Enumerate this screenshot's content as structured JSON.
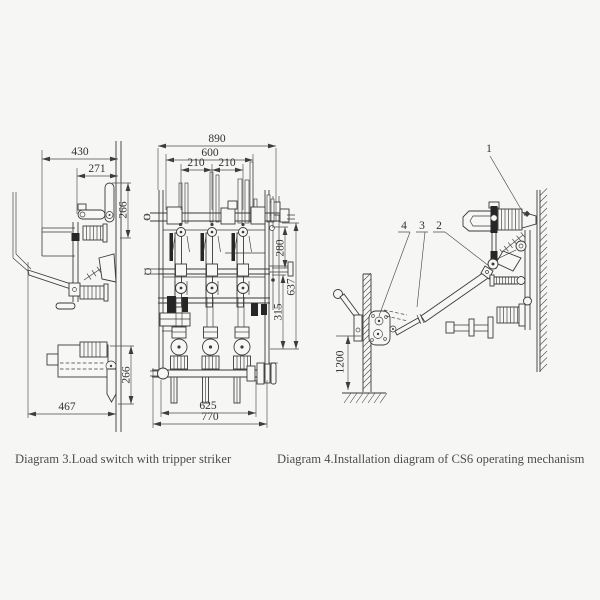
{
  "page": {
    "background": "#f6f6f4",
    "ink": "#3a3a3a"
  },
  "diagram3": {
    "caption": "Diagram 3.Load switch with tripper striker",
    "dims": {
      "w430": "430",
      "w271": "271",
      "h266_top": "266",
      "w467": "467",
      "h266_bottom": "266",
      "w890": "890",
      "w600": "600",
      "w210_left": "210",
      "w210_right": "210",
      "h280": "280",
      "h637": "637",
      "h315": "315",
      "w625": "625",
      "w770": "770"
    }
  },
  "diagram4": {
    "caption": "Diagram 4.Installation diagram of CS6 operating mechanism",
    "dims": {
      "h1200": "1200"
    },
    "callouts": {
      "c1": "1",
      "c2": "2",
      "c3": "3",
      "c4": "4"
    }
  }
}
